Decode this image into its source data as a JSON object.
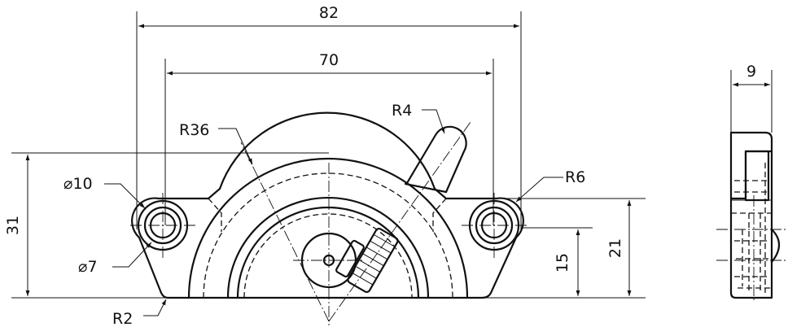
{
  "front_view": {
    "dim_overall_width": "82",
    "dim_hole_spacing": "70",
    "dim_total_height": "31",
    "dim_hole_height": "21",
    "dim_axis_height": "15",
    "label_arc_radius": "R36",
    "label_knob_radius": "R4",
    "label_lug_radius": "R6",
    "label_hole_outer": "⌀10",
    "label_hole_inner": "⌀7",
    "label_corner_radius": "R2"
  },
  "side_view": {
    "dim_thickness": "9"
  }
}
